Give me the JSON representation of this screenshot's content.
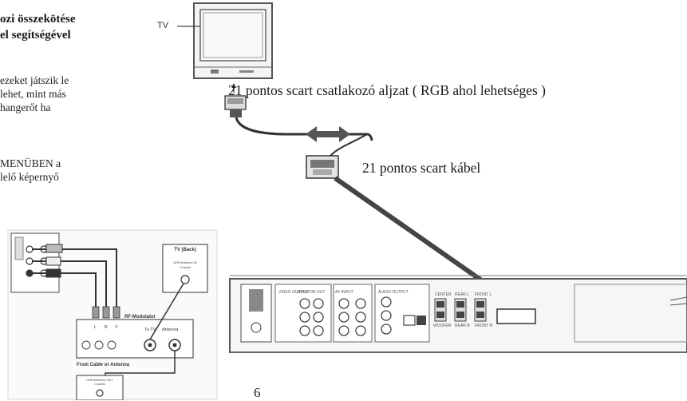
{
  "heading": "ozi összekötése\nel segítségével",
  "paragraphs": [
    "ezeket játszik le\nlehet, mint más\nhangerőt ha",
    "MENÜBEN a\nlelő képernyő"
  ],
  "tv_label": "TV",
  "scart_socket_caption": "21 pontos scart csatlakozó aljzat ( RGB ahol lehetséges )",
  "scart_cable_caption": "21 pontos scart kábel",
  "page_number": "6",
  "rf_diagram": {
    "tv_back_title": "TV (Back)",
    "tv_back_port": "UHF/Antenna IN",
    "tv_back_port_sub": "Coaxial",
    "modulator_title": "RF-Modulator",
    "modulator_inputs": [
      "L",
      "R",
      "V"
    ],
    "modulator_to_tv": "To TV",
    "modulator_antenna": "Antenna",
    "from_cable": "From Cable or Antenna",
    "uhf_out": "UHF/Antenna OUT",
    "uhf_out_sub": "Coaxial"
  },
  "player_back_labels": {
    "video_output": "VIDEO OUTPUT",
    "monitor_out": "MONITOR OUT",
    "av_input": "AV INPUT",
    "audio_output": "AUDIO OUTPUT",
    "center": "CENTER",
    "rear_l": "REAR L",
    "front_l": "FRONT L",
    "subwoofer": "WOOFER",
    "rear_r": "REAR R",
    "front_r": "FRONT R"
  }
}
